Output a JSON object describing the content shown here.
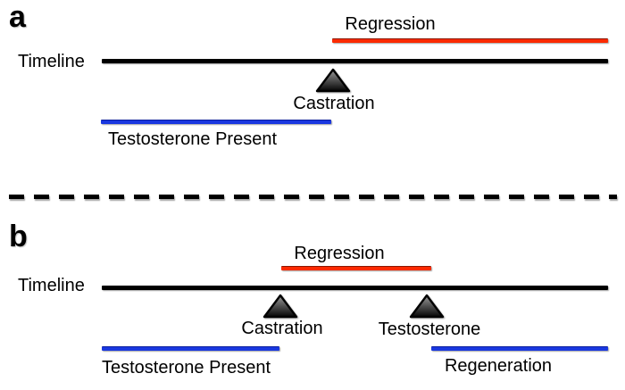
{
  "panels": {
    "a": {
      "label": "a",
      "timeline": "Timeline",
      "regression": "Regression",
      "castration": "Castration",
      "testosterone_present": "Testosterone Present"
    },
    "b": {
      "label": "b",
      "timeline": "Timeline",
      "regression": "Regression",
      "castration": "Castration",
      "testosterone": "Testosterone",
      "testosterone_present": "Testosterone Present",
      "regeneration": "Regeneration"
    }
  },
  "colors": {
    "timeline_line": "#000000",
    "regression_line": "#fb2a01",
    "testosterone_line": "#1a38e0",
    "marker_gradient_top": "#9a9a9a",
    "marker_gradient_bottom": "#050505"
  }
}
